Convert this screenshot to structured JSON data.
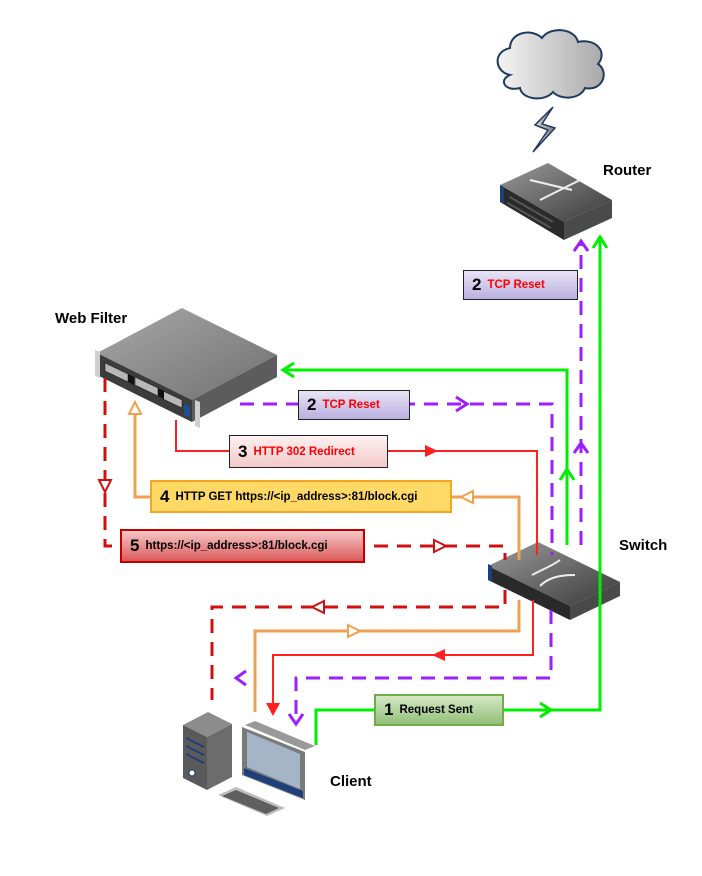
{
  "nodes": {
    "router": {
      "label": "Router"
    },
    "web_filter": {
      "label": "Web Filter"
    },
    "switch": {
      "label": "Switch"
    },
    "client": {
      "label": "Client"
    },
    "internet": {
      "label": ""
    }
  },
  "steps": [
    {
      "id": "s1",
      "number": "1",
      "text": "Request Sent",
      "text_color": "#000000",
      "fill": "#a9d08e",
      "border": "#70ad47"
    },
    {
      "id": "s2a",
      "number": "2",
      "text": "TCP Reset",
      "text_color": "#ff0000",
      "fill": "#c9c3e6",
      "border": "#333333"
    },
    {
      "id": "s2b",
      "number": "2",
      "text": "TCP Reset",
      "text_color": "#ff0000",
      "fill": "#c9c3e6",
      "border": "#333333"
    },
    {
      "id": "s3",
      "number": "3",
      "text": "HTTP 302 Redirect",
      "text_color": "#ff0000",
      "fill": "#f8d7d7",
      "border": "#333333"
    },
    {
      "id": "s4",
      "number": "4",
      "text": "HTTP GET https://<ip_address>:81/block.cgi",
      "text_color": "#000000",
      "fill": "#ffd966",
      "border": "#f4a623"
    },
    {
      "id": "s5",
      "number": "5",
      "text": "https://<ip_address>:81/block.cgi",
      "text_color": "#000000",
      "fill": "#e06666",
      "border": "#c00000"
    }
  ],
  "colors": {
    "request": "#00ee00",
    "tcp_reset": "#9b1fff",
    "redirect": "#ff2020",
    "http_get": "#f0a050",
    "block_page": "#d01010"
  }
}
